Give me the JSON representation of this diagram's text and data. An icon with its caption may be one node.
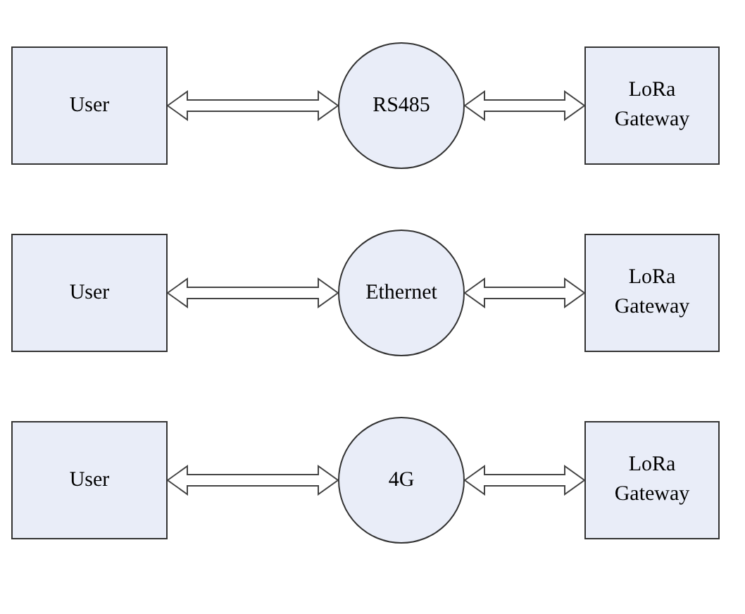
{
  "diagram": {
    "nodes": [
      {
        "text": [
          "User"
        ]
      },
      {
        "text": [
          "RS485"
        ]
      },
      {
        "text": [
          "LoRa Gateway"
        ]
      },
      {
        "text": [
          "User"
        ]
      },
      {
        "text": [
          "Ethernet"
        ]
      },
      {
        "text": [
          "LoRa Gateway"
        ]
      },
      {
        "text": [
          "User"
        ]
      },
      {
        "text": [
          "4G"
        ]
      },
      {
        "text": [
          "LoRa Gateway"
        ]
      }
    ],
    "edges": [
      {
        "from": 0,
        "to": 1,
        "arrow": "both"
      },
      {
        "from": 1,
        "to": 2,
        "arrow": "both"
      },
      {
        "from": 3,
        "to": 4,
        "arrow": "both"
      },
      {
        "from": 4,
        "to": 5,
        "arrow": "both"
      },
      {
        "from": 6,
        "to": 7,
        "arrow": "both"
      },
      {
        "from": 7,
        "to": 8,
        "arrow": "both"
      }
    ]
  }
}
